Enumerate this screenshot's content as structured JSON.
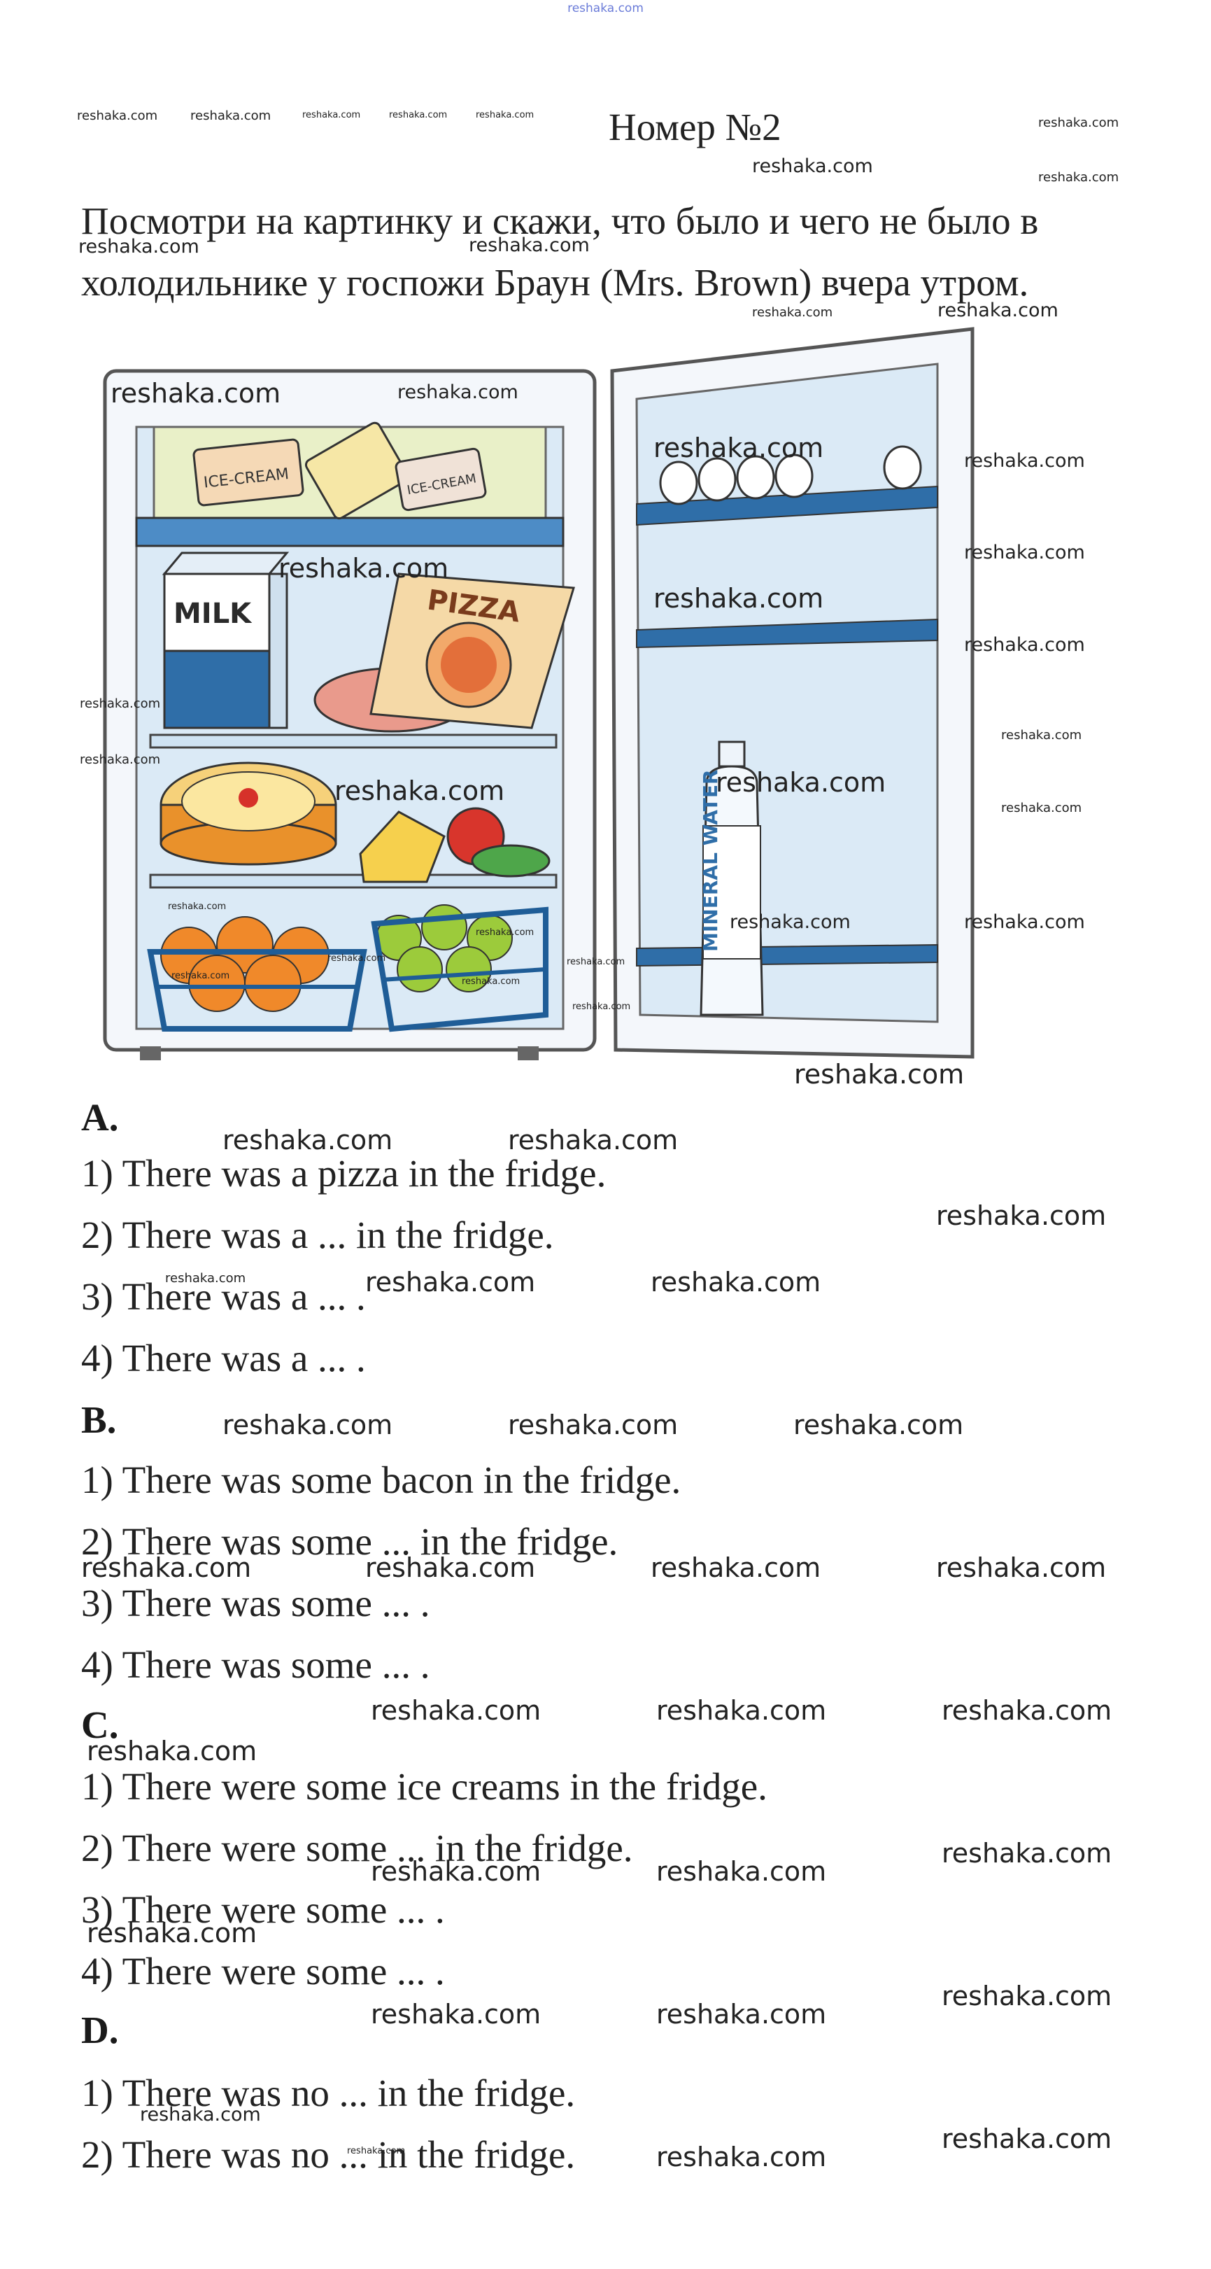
{
  "site_link": "reshaka.com",
  "title": "Номер №2",
  "intro": "Посмотри на картинку и скажи, что было и чего не было в холодильнике у госпожи Браун (Mrs. Brown) вчера утром.",
  "picture": {
    "labels": {
      "milk": "MILK",
      "pizza": "PIZZA",
      "ice_cream": "ICE-CREAM",
      "ice_cream_2": "ICE-CREAM",
      "mineral_water": "MINERAL WATER"
    }
  },
  "sections": [
    {
      "letter": "A.",
      "lines": [
        "1) There was a pizza in the fridge.",
        "2) There was a ... in the fridge.",
        "3) There was a ... .",
        "4) There was a ... ."
      ]
    },
    {
      "letter": "B.",
      "lines": [
        "1) There was some bacon in the fridge.",
        "2) There was some ... in the fridge.",
        "3) There was some ... .",
        "4) There was some ... ."
      ]
    },
    {
      "letter": "C.",
      "lines": [
        "1) There were some ice creams in the fridge.",
        "2) There were some ... in the fridge.",
        "3) There were some ... .",
        "4) There were some ... ."
      ]
    },
    {
      "letter": "D.",
      "lines": [
        "1) There was no ... in the fridge.",
        "2) There was no ... in the fridge."
      ]
    }
  ],
  "watermark": "reshaka.com"
}
